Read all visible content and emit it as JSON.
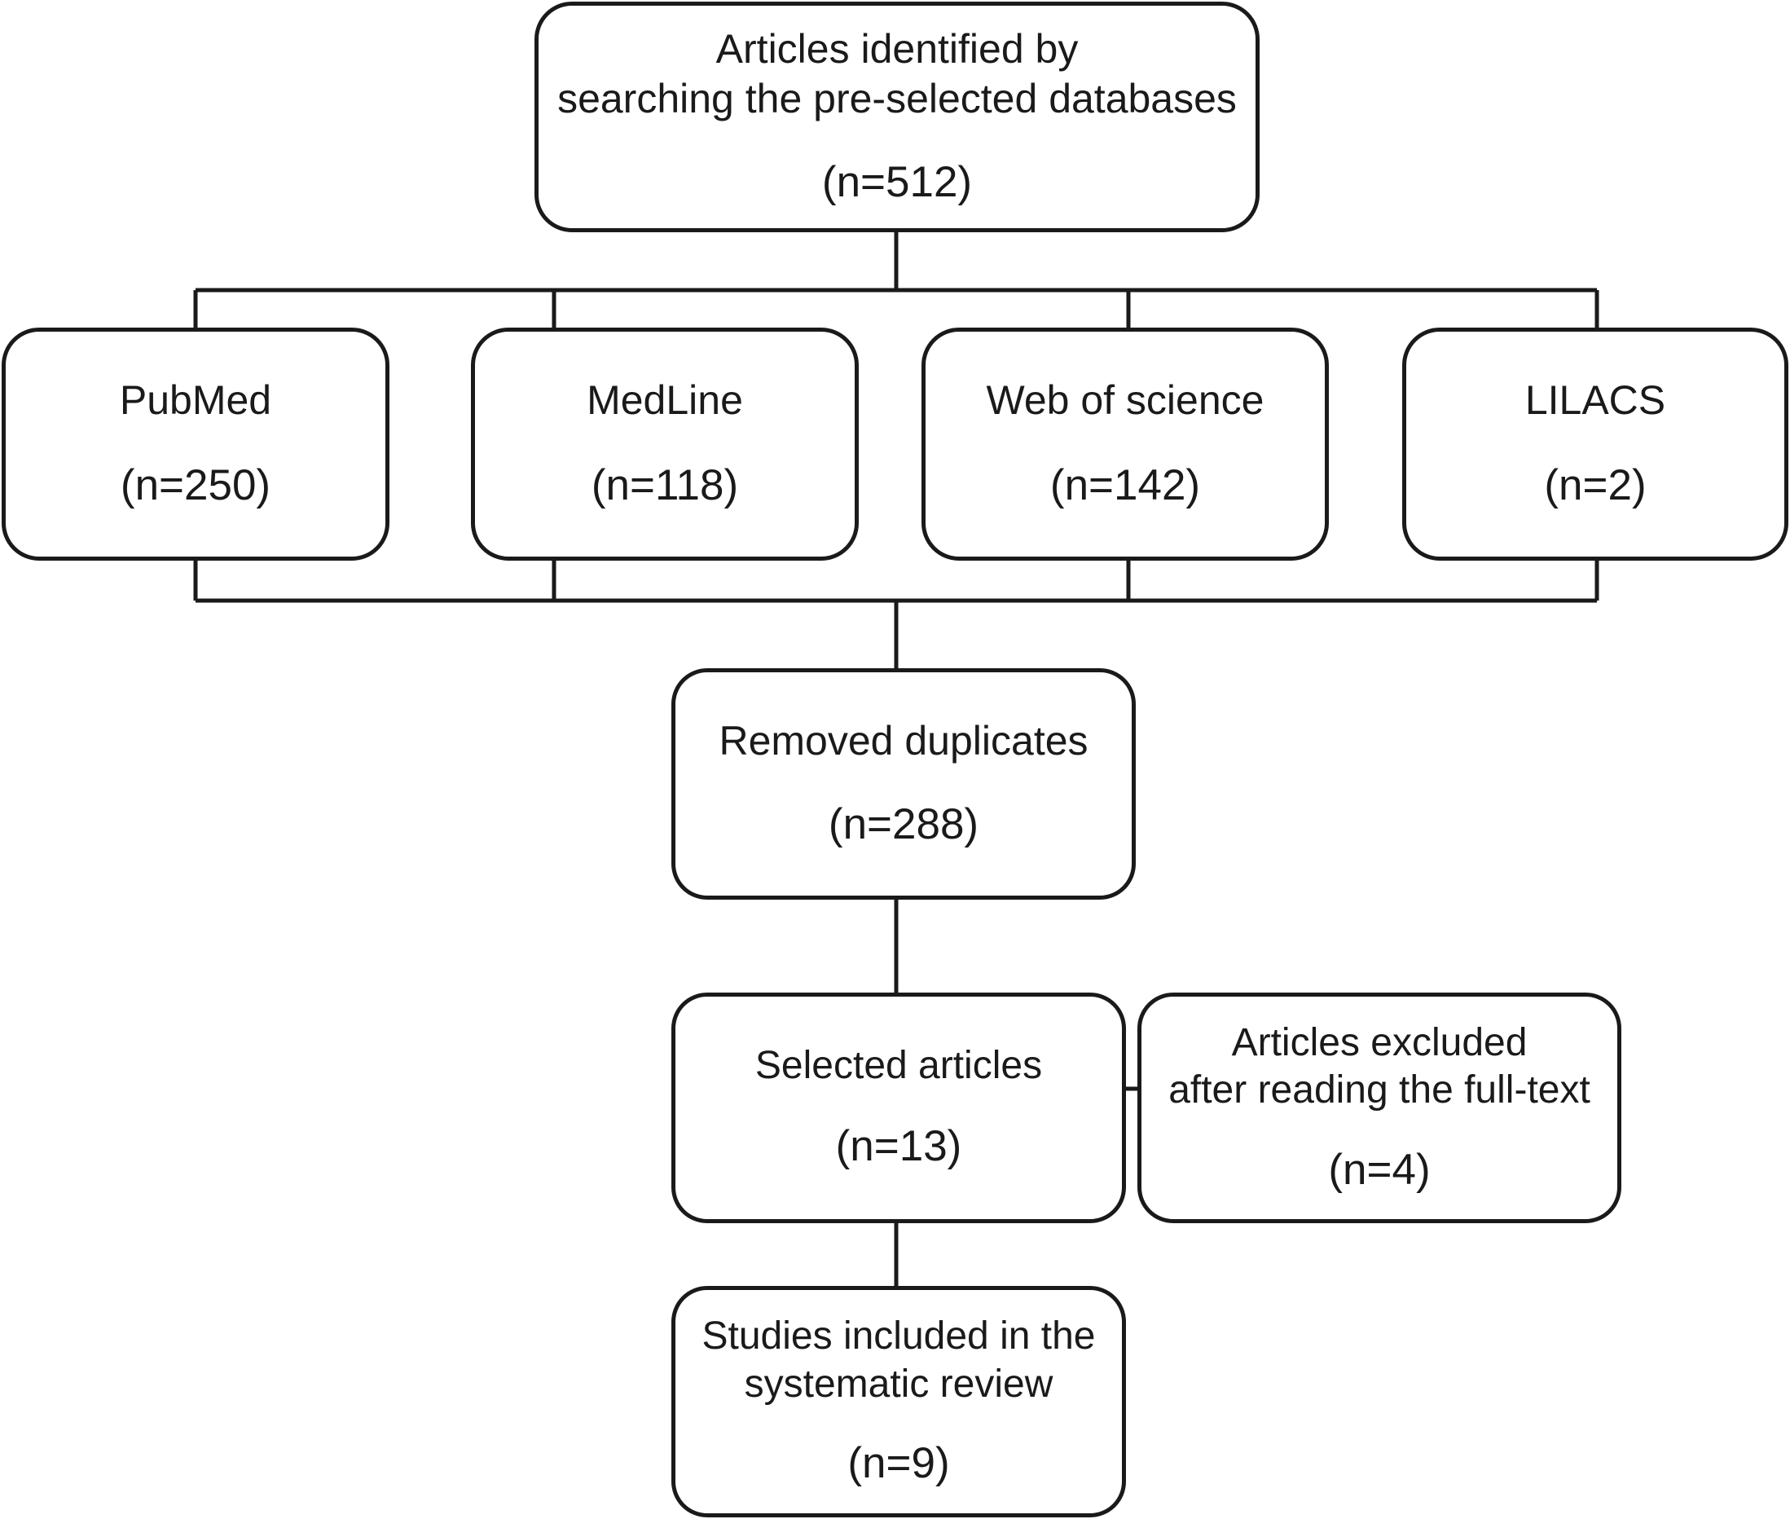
{
  "diagram": {
    "type": "prisma-flow-diagram",
    "stroke_color": "#1a1a1a",
    "background_color": "#ffffff",
    "identified": {
      "line1": "Articles identified by",
      "line2": "searching the pre-selected databases",
      "count": "(n=512)"
    },
    "databases": [
      {
        "name": "PubMed",
        "count": "(n=250)"
      },
      {
        "name": "MedLine",
        "count": "(n=118)"
      },
      {
        "name": "Web of science",
        "count": "(n=142)"
      },
      {
        "name": "LILACS",
        "count": "(n=2)"
      }
    ],
    "duplicates": {
      "line1": "Removed duplicates",
      "count": "(n=288)"
    },
    "selected": {
      "line1": "Selected articles",
      "count": "(n=13)"
    },
    "excluded": {
      "line1": "Articles excluded",
      "line2": "after reading the full-text",
      "count": "(n=4)"
    },
    "included": {
      "line1": "Studies included in the",
      "line2": "systematic review",
      "count": "(n=9)"
    }
  },
  "chart_data": {
    "type": "table",
    "title": "PRISMA study selection flow",
    "categories": [
      "Articles identified by searching the pre-selected databases",
      "PubMed",
      "MedLine",
      "Web of science",
      "LILACS",
      "Removed duplicates",
      "Selected articles",
      "Articles excluded after reading the full-text",
      "Studies included in the systematic review"
    ],
    "values": [
      512,
      250,
      118,
      142,
      2,
      288,
      13,
      4,
      9
    ],
    "xlabel": "Stage",
    "ylabel": "n"
  }
}
